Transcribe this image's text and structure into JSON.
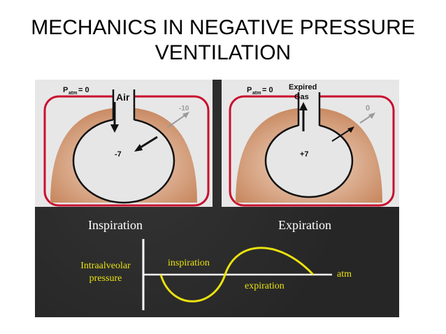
{
  "title": {
    "line1": "MECHANICS IN NEGATIVE PRESSURE",
    "line2": "VENTILATION"
  },
  "inspiration_diagram": {
    "patm_label": "P",
    "patm_sub": "atm",
    "patm_value": "= 0",
    "flow_label": "Air",
    "alveolar_value": "-7",
    "pleural_value": "-10"
  },
  "expiration_diagram": {
    "patm_label": "P",
    "patm_sub": "atm",
    "patm_value": "= 0",
    "flow_label_1": "Expired",
    "flow_label_2": "Gas",
    "alveolar_value": "+7",
    "pleural_value": "0"
  },
  "captions": {
    "left": "Inspiration",
    "right": "Expiration"
  },
  "pressure_graph": {
    "y_label_1": "Intraalveolar",
    "y_label_2": "pressure",
    "phase_inspiration": "inspiration",
    "phase_expiration": "expiration",
    "baseline_label": "atm"
  },
  "colors": {
    "frame_red": "#c8102e",
    "tissue": "#d9a27a",
    "curve_yellow": "#e9e20f",
    "background": "#2b2b2b"
  }
}
